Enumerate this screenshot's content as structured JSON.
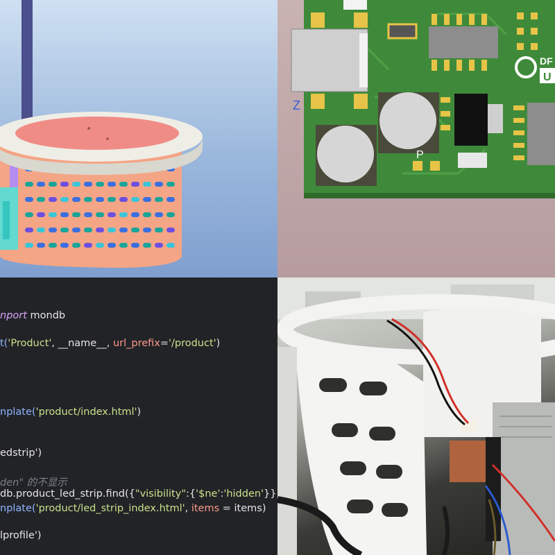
{
  "pcb": {
    "label_z": "Z",
    "label_p": "P",
    "logo_text_1": "DF",
    "logo_text_2": "U"
  },
  "code": {
    "line1": {
      "kw": "nport",
      "rest": " mondb"
    },
    "line2": {
      "a": "t(",
      "s1": "'Product'",
      "b": ", __name__, ",
      "arg": "url_prefix",
      "c": "=",
      "s2": "'/product'",
      "d": ")"
    },
    "line3": {
      "fn": "nplate(",
      "s": "'product/index.html'",
      "d": ")"
    },
    "line4": {
      "a": "edstrip')"
    },
    "line5": {
      "cm": "den\" 的不显示"
    },
    "line6": {
      "a": "db.product_led_strip.find({",
      "s1": "\"visibility\"",
      "b": ":{",
      "s2": "'$ne'",
      "c": ":",
      "s3": "'hidden'",
      "d": "}})"
    },
    "line7": {
      "fn": "nplate(",
      "s": "'product/led_strip_index.html'",
      "b": ", ",
      "arg": "items",
      "c": " = items)"
    },
    "line8": {
      "a": "lprofile')"
    }
  },
  "colors": {
    "cad_body": "#f4a586",
    "cad_rim": "#efeee6",
    "cad_top": "#f08c86",
    "pcb_green": "#3f8a3a",
    "pad_gold": "#e7c447",
    "code_bg": "#222327"
  }
}
